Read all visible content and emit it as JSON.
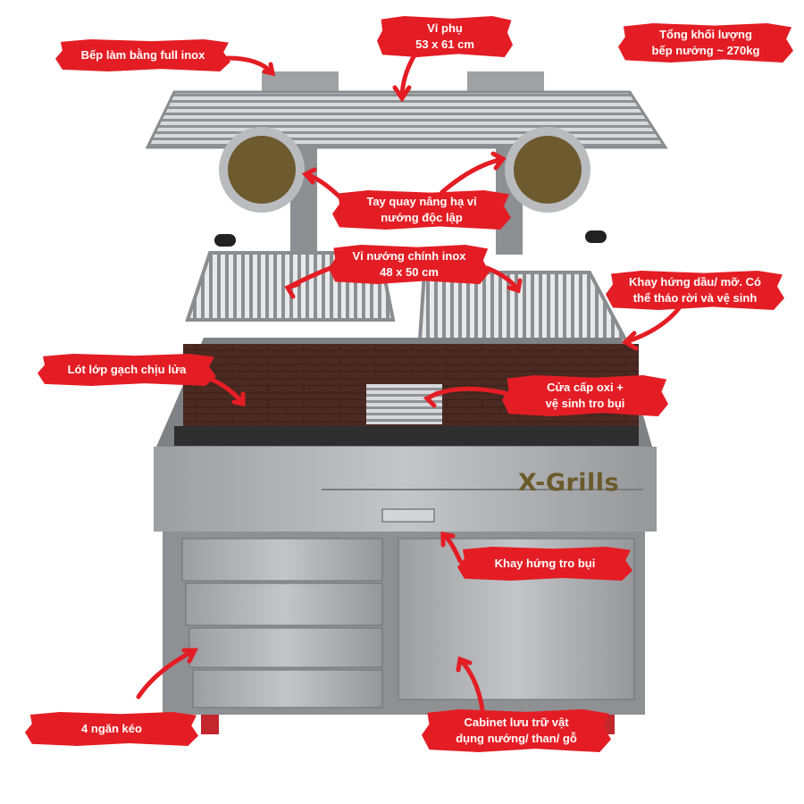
{
  "brand": "X-Grills",
  "callouts": {
    "stainless": [
      "Bếp làm bằng full inox"
    ],
    "side_grate": [
      "Vỉ phụ",
      "53 x 61 cm"
    ],
    "weight": [
      "Tổng khối lượng",
      "bếp nướng ~ 270kg"
    ],
    "crank": [
      "Tay quay nâng hạ vỉ",
      "nướng độc lập"
    ],
    "main_grate": [
      "Vỉ nướng chính inox",
      "48 x 50 cm"
    ],
    "drip_tray": [
      "Khay hứng dầu/ mỡ. Có",
      "thể tháo rời và vệ sinh"
    ],
    "firebrick": [
      "Lót lớp gạch chịu lửa"
    ],
    "air_vent": [
      "Cửa cấp oxi +",
      "vệ sinh tro bụi"
    ],
    "ash_tray": [
      "Khay hứng tro bụi"
    ],
    "drawers": [
      "4 ngăn kéo"
    ],
    "cabinet": [
      "Cabinet lưu trữ vật",
      "dụng nướng/ than/ gỗ"
    ]
  },
  "colors": {
    "label_bg": "#e41d24",
    "steel": "#a9abae",
    "brick": "#4a2a22",
    "logo": "#6b5a2a"
  }
}
